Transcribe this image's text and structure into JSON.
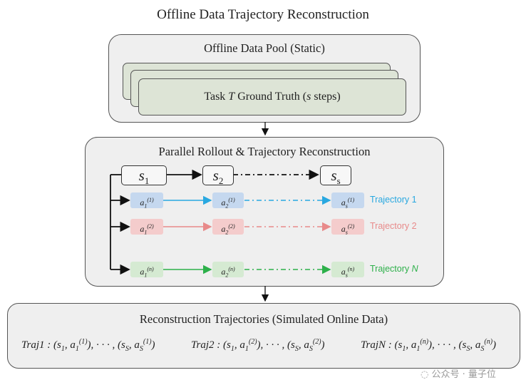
{
  "title": "Offline Data Trajectory Reconstruction",
  "pool": {
    "title": "Offline Data Pool (Static)",
    "card_prefix": "Task ",
    "card_var": "T",
    "card_mid": " Ground Truth (",
    "card_var2": "s",
    "card_suffix": " steps)"
  },
  "rollout": {
    "title": "Parallel Rollout & Trajectory Reconstruction",
    "states": [
      {
        "base": "s",
        "sub": "1"
      },
      {
        "base": "s",
        "sub": "2"
      },
      {
        "base": "s",
        "sub": "s"
      }
    ],
    "trajectories": [
      {
        "label": "Trajectory 1",
        "color": "#29a8e0",
        "actions": [
          {
            "sub": "1",
            "sup": "(1)"
          },
          {
            "sub": "2",
            "sup": "(1)"
          },
          {
            "sub": "s",
            "sup": "(1)"
          }
        ]
      },
      {
        "label": "Trajectory 2",
        "color": "#e88a8a",
        "actions": [
          {
            "sub": "1",
            "sup": "(2)"
          },
          {
            "sub": "2",
            "sup": "(2)"
          },
          {
            "sub": "s",
            "sup": "(2)"
          }
        ]
      },
      {
        "label_prefix": "Trajectory ",
        "label_var": "N",
        "color": "#2db04a",
        "actions": [
          {
            "sub": "1",
            "sup": "(n)"
          },
          {
            "sub": "2",
            "sup": "(n)"
          },
          {
            "sub": "s",
            "sup": "(n)"
          }
        ]
      }
    ]
  },
  "reconstruction": {
    "title": "Reconstruction Trajectories (Simulated Online Data)",
    "formulas": [
      {
        "name": "Traj1",
        "sup": "(1)"
      },
      {
        "name": "Traj2",
        "sup": "(2)"
      },
      {
        "name": "TrajN",
        "sup": "(n)"
      }
    ]
  },
  "watermark": "公众号 · 量子位",
  "colors": {
    "panel": "#efefef",
    "card": "#dde4d6",
    "blue": "#29a8e0",
    "red": "#e88a8a",
    "green": "#2db04a"
  }
}
